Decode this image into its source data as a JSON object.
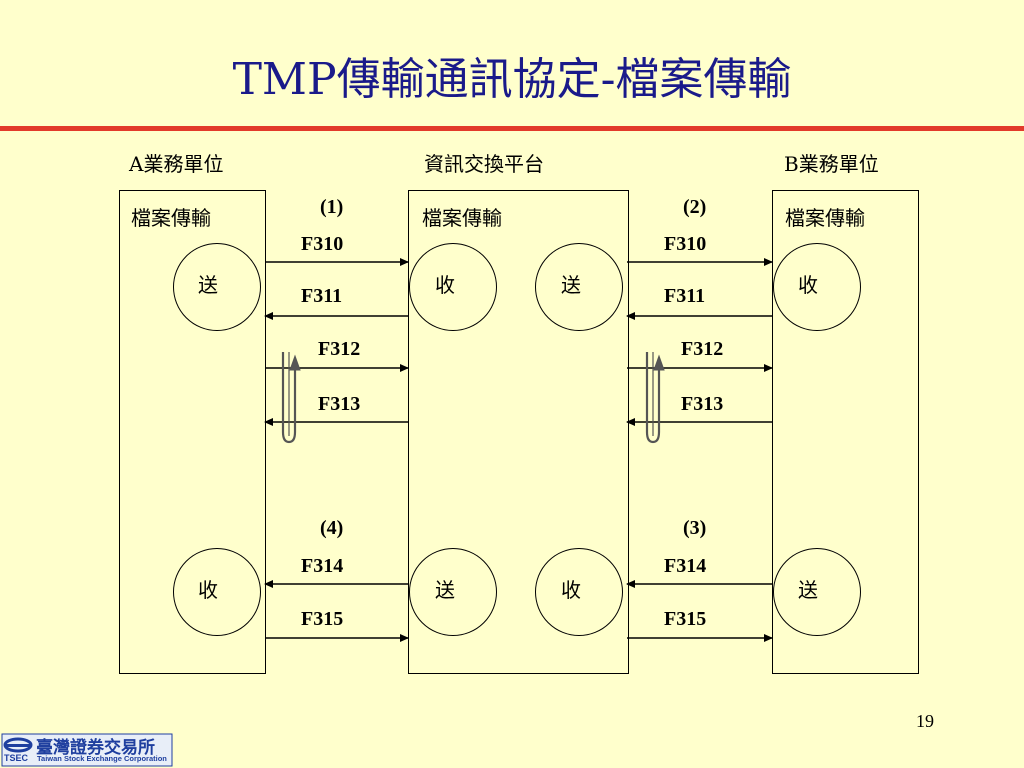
{
  "title": "TMP傳輸通訊協定-檔案傳輸",
  "header": {
    "unit_a": "A業務單位",
    "platform": "資訊交換平台",
    "unit_b": "B業務單位"
  },
  "boxes": {
    "a_label": "檔案傳輸",
    "mid_label": "檔案傳輸",
    "b_label": "檔案傳輸"
  },
  "circles": {
    "a_top": "送",
    "mid_top_left": "收",
    "mid_top_right": "送",
    "b_top": "收",
    "a_bottom": "收",
    "mid_bottom_left": "送",
    "mid_bottom_right": "收",
    "b_bottom": "送"
  },
  "steps": {
    "step1": "(1)",
    "step2": "(2)",
    "step3": "(3)",
    "step4": "(4)"
  },
  "messages": {
    "left_f310": "F310",
    "left_f311": "F311",
    "left_f312": "F312",
    "left_f313": "F313",
    "left_f314": "F314",
    "left_f315": "F315",
    "right_f310": "F310",
    "right_f311": "F311",
    "right_f312": "F312",
    "right_f313": "F313",
    "right_f314": "F314",
    "right_f315": "F315"
  },
  "page_number": "19",
  "logo": {
    "name_cn": "臺灣證券交易所",
    "name_en": "Taiwan Stock Exchange Corporation",
    "mark": "TSEC"
  },
  "colors": {
    "background": "#FFFFCC",
    "title": "#1A1A8A",
    "rule": "#E23A2A",
    "logo": "#1F3F9F"
  }
}
